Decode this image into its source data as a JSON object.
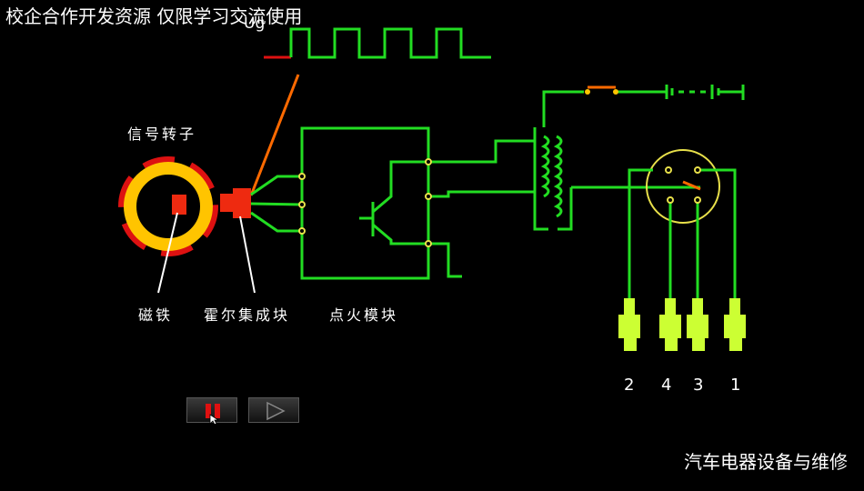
{
  "watermark": "校企合作开发资源  仅限学习交流使用",
  "footer": "汽车电器设备与维修",
  "signal_label": "Ug",
  "labels": {
    "signal_rotor": "信号转子",
    "magnet": "磁铁",
    "hall_ic": "霍尔集成块",
    "ignition_module": "点火模块"
  },
  "cylinders": [
    "2",
    "4",
    "3",
    "1"
  ],
  "controls": {
    "pause": "pause-icon",
    "play": "play-icon"
  },
  "colors": {
    "wire": "#22dd22",
    "rotor": "#ffc400",
    "hall": "#ee2a10",
    "signal_trace": "#22dd22",
    "signal_low": "#dd1111",
    "pointer": "#ff6a00",
    "plug": "#ccff33"
  }
}
